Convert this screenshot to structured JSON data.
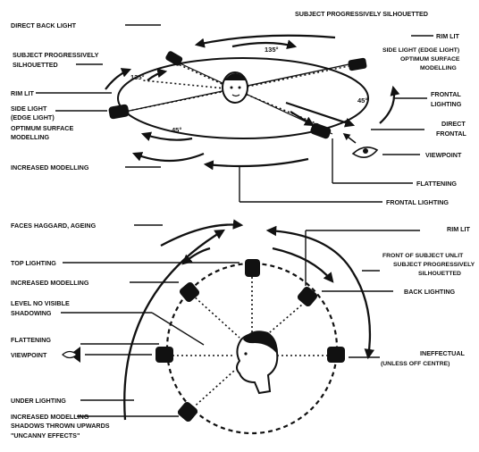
{
  "top": {
    "direct_back_light": "DIRECT BACK LIGHT",
    "subject_silhouetted_top": "SUBJECT PROGRESSIVELY SILHOUETTED",
    "subject_silhouetted_left_1": "SUBJECT PROGRESSIVELY",
    "subject_silhouetted_left_2": "SILHOUETTED",
    "rim_lit_right": "RIM LIT",
    "side_light_right_1": "SIDE LIGHT (EDGE LIGHT)",
    "side_light_right_2": "OPTIMUM SURFACE",
    "side_light_right_3": "MODELLING",
    "rim_lit_left": "RIM LIT",
    "side_light_left_1": "SIDE LIGHT",
    "side_light_left_2": "(EDGE LIGHT)",
    "side_light_left_3": "OPTIMUM SURFACE",
    "side_light_left_4": "MODELLING",
    "frontal_lighting_right_1": "FRONTAL",
    "frontal_lighting_right_2": "LIGHTING",
    "direct_frontal_1": "DIRECT",
    "direct_frontal_2": "FRONTAL",
    "viewpoint": "VIEWPOINT",
    "flattening": "FLATTENING",
    "increased_modelling": "INCREASED MODELLING",
    "frontal_lighting_bottom": "FRONTAL LIGHTING",
    "angle_135_top": "135°",
    "angle_135_left": "135°",
    "angle_45_right": "45°",
    "angle_45_left": "45°"
  },
  "bottom": {
    "faces_haggard": "FACES HAGGARD, AGEING",
    "rim_lit": "RIM LIT",
    "front_unlit_1": "FRONT OF SUBJECT UNLIT",
    "front_unlit_2": "SUBJECT PROGRESSIVELY",
    "front_unlit_3": "SILHOUETTED",
    "top_lighting": "TOP LIGHTING",
    "increased_modelling": "INCREASED MODELLING",
    "back_lighting": "BACK LIGHTING",
    "level_no_shadow_1": "LEVEL NO VISIBLE",
    "level_no_shadow_2": "SHADOWING",
    "flattening": "FLATTENING",
    "viewpoint": "VIEWPOINT",
    "ineffectual_1": "INEFFECTUAL",
    "ineffectual_2": "(UNLESS OFF CENTRE)",
    "under_lighting": "UNDER LIGHTING",
    "increased_modelling_2": "INCREASED MODELLING",
    "shadows_upwards": "SHADOWS THROWN UPWARDS",
    "uncanny": "\"UNCANNY EFFECTS\""
  }
}
